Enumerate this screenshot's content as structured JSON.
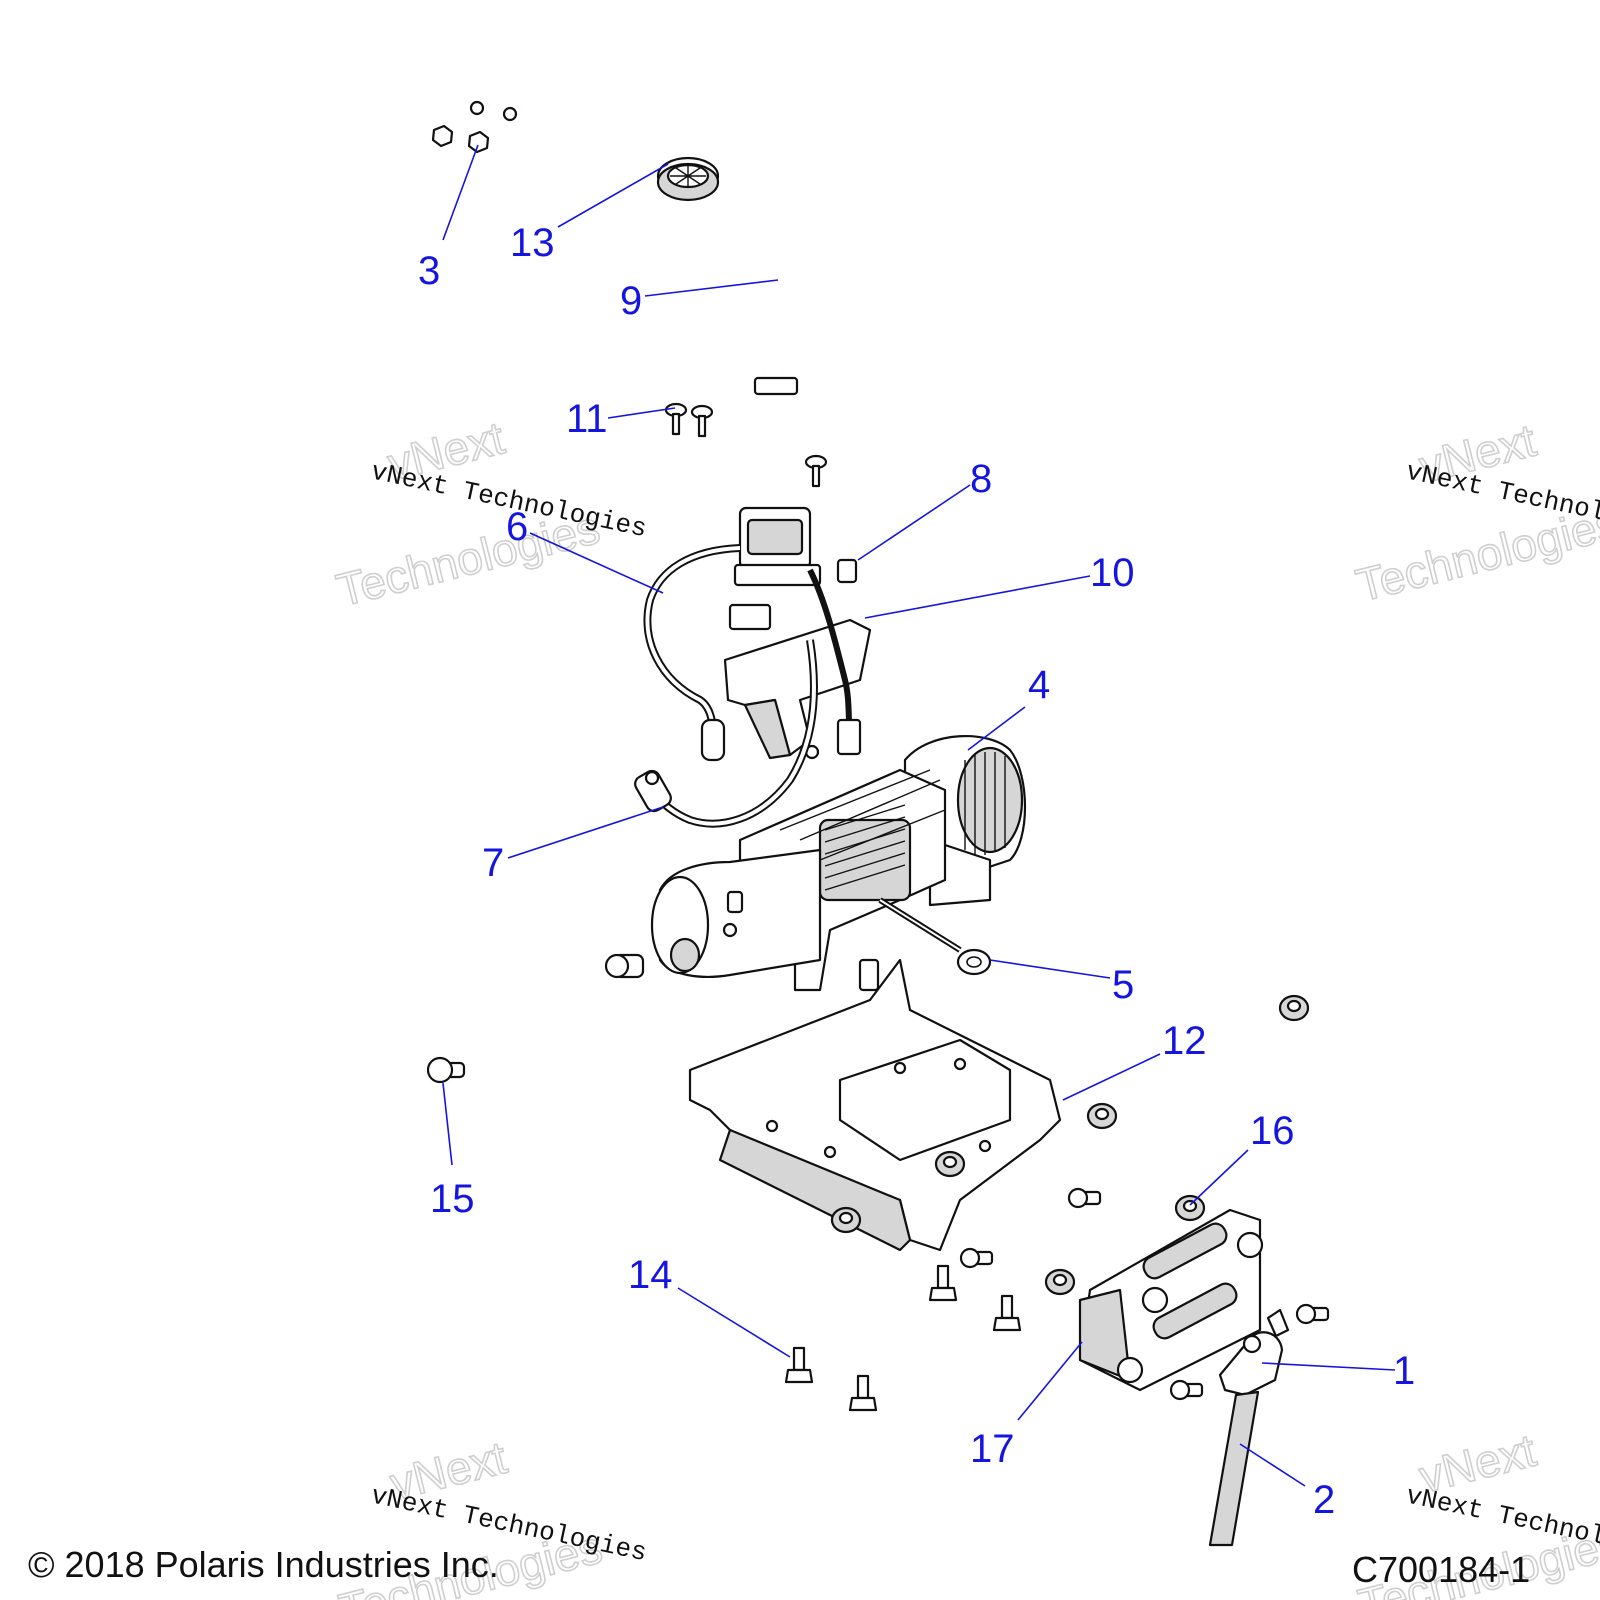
{
  "callouts": [
    "1",
    "2",
    "3",
    "4",
    "5",
    "6",
    "7",
    "8",
    "9",
    "10",
    "11",
    "12",
    "13",
    "14",
    "15",
    "16",
    "17"
  ],
  "watermark": {
    "brand": "vNext",
    "word": "Technologies",
    "line": "vNext Technologies"
  },
  "footer": {
    "copyright": "© 2018 Polaris Industries Inc.",
    "figure_code": "C700184-1"
  },
  "colors": {
    "callout": "#1515e0",
    "line_art": "#111111",
    "shading": "#d6d6d6",
    "watermark_outline": "#cfcfcf"
  }
}
